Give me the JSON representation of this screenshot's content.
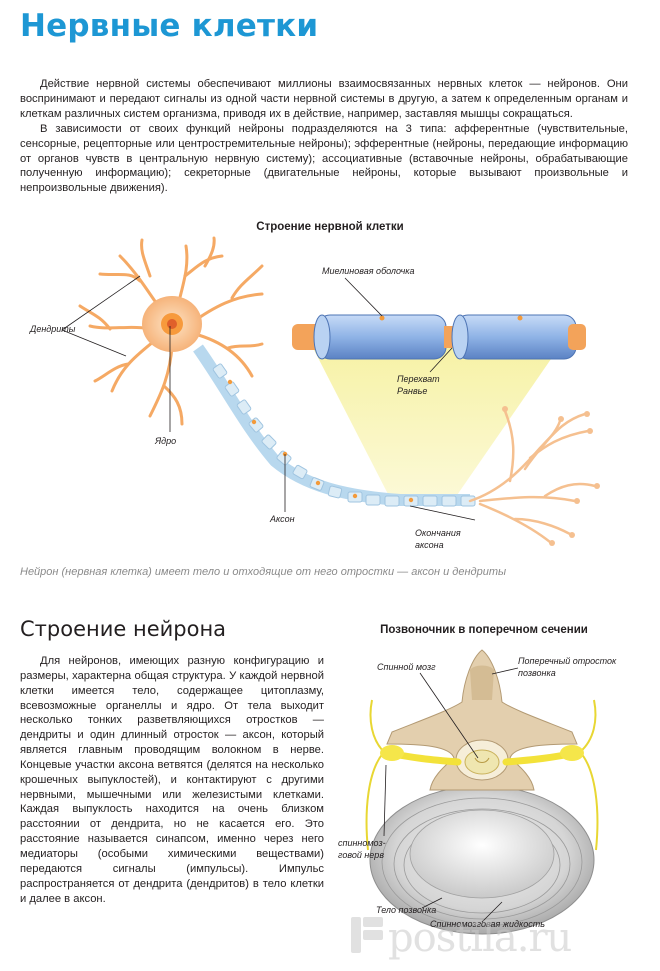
{
  "title": "Нервные клетки",
  "intro": {
    "paragraphs": [
      "Действие нервной системы обеспечивают миллионы взаимосвязанных нервных клеток — нейронов. Они воспринимают и передают сигналы из одной части нервной системы в другую, а затем к определенным органам и клеткам различных систем организма, приводя их в действие, например, заставляя мышцы сокращаться.",
      "В зависимости от своих функций нейроны подразделяются на 3 типа: афферентные (чувствительные, сенсорные, рецепторные или центростремительные нейроны); эфферентные (нейроны, передающие информацию от органов чувств в центральную нервную систему); ассоциативные (вставочные нейроны, обрабатывающие полученную информацию); секреторные (двигательные нейроны, которые вызывают произвольные и непроизвольные движения)."
    ]
  },
  "figure1": {
    "title": "Строение нервной клетки",
    "labels": {
      "dendrites": "Дендриты",
      "nucleus": "Ядро",
      "axon": "Аксон",
      "myelin": "Миелиновая оболочка",
      "node_line1": "Перехват",
      "node_line2": "Ранвье",
      "endings_line1": "Окончания",
      "endings_line2": "аксона"
    },
    "caption": "Нейрон (нервная клетка) имеет тело и отходящие от него отростки — аксон и дендриты"
  },
  "section2": {
    "title": "Строение нейрона",
    "body": "Для нейронов, имеющих разную конфигурацию и размеры, характерна общая структура. У каждой нервной клетки имеется тело, содержащее цитоплазму, всевозможные органеллы и ядро. От тела выходит несколько тонких разветвляющихся отростков — дендриты и один длинный отросток — аксон, который является главным проводящим волокном в нерве. Концевые участки аксона ветвятся (делятся на несколько крошечных выпуклостей), и контактируют с другими нервными, мышечными или железистыми клетками. Каждая выпуклость находится на очень близком расстоянии от дендрита, но не касается его. Это расстояние называется синапсом, именно через него медиаторы (особыми химическими веществами) передаются сигналы (импульсы). Импульс распространяется от дендрита (дендритов) в тело клетки и далее в аксон."
  },
  "figure2": {
    "title": "Позвоночник в поперечном сечении",
    "labels": {
      "spinal_cord": "Спинной мозг",
      "transverse_line1": "Поперечный отросток",
      "transverse_line2": "позвонка",
      "nerve_line1": "спинномоз-",
      "nerve_line2": "говой нерв",
      "body": "Тело позвонка",
      "fluid": "Спинномозговая жидкость"
    }
  },
  "watermark": "postila.ru",
  "colors": {
    "title_blue": "#1d97d4",
    "neuron_orange": "#f7b97b",
    "myelin_blue": "#8fb3e6",
    "highlight_yellow": "#f7f3a0",
    "nerve_yellow": "#f3e23a",
    "bone": "#e3cfae"
  }
}
